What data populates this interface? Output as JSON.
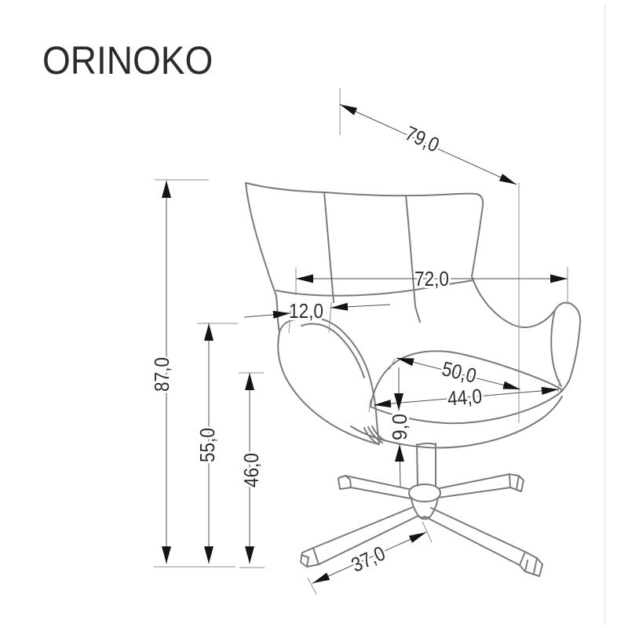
{
  "title": "ORINOKO",
  "diagram": {
    "type": "furniture-dimension-drawing",
    "subject": "swivel wing armchair with four-star base",
    "dimensions": {
      "overall_height": {
        "label": "87,0",
        "value": 87.0,
        "orientation": "vertical"
      },
      "armrest_height": {
        "label": "55,0",
        "value": 55.0,
        "orientation": "vertical"
      },
      "seat_height": {
        "label": "46,0",
        "value": 46.0,
        "orientation": "vertical"
      },
      "total_depth": {
        "label": "79,0",
        "value": 79.0,
        "orientation": "diagonal"
      },
      "overall_width": {
        "label": "72,0",
        "value": 72.0,
        "orientation": "horizontal"
      },
      "armrest_width": {
        "label": "12,0",
        "value": 12.0,
        "orientation": "horizontal"
      },
      "seat_depth": {
        "label": "50,0",
        "value": 50.0,
        "orientation": "diagonal"
      },
      "seat_width": {
        "label": "44,0",
        "value": 44.0,
        "orientation": "horizontal"
      },
      "seat_cushion_thickness": {
        "label": "9,0",
        "value": 9.0,
        "orientation": "vertical"
      },
      "base_leg_length": {
        "label": "37,0",
        "value": 37.0,
        "orientation": "diagonal"
      }
    }
  },
  "colors": {
    "background": "#ffffff",
    "chair_outline": "#7a7a7a",
    "dimension_line": "#4d4d4d",
    "arrow": "#141414",
    "text": "#2e2e2e"
  }
}
